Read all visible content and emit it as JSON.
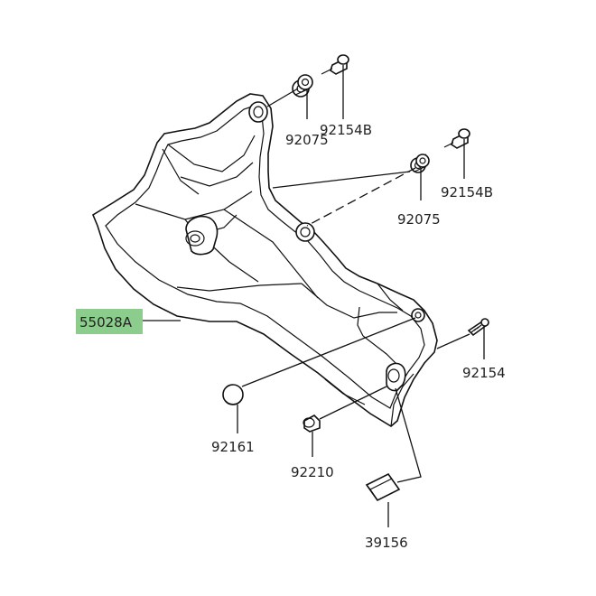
{
  "diagram": {
    "highlight_color": "#8ccc8c",
    "parts": [
      {
        "id": "p55028a",
        "number": "55028A",
        "highlighted": true
      },
      {
        "id": "p92154b_top",
        "number": "92154B"
      },
      {
        "id": "p92075_top",
        "number": "92075"
      },
      {
        "id": "p92154b_mid",
        "number": "92154B"
      },
      {
        "id": "p92075_mid",
        "number": "92075"
      },
      {
        "id": "p92154",
        "number": "92154"
      },
      {
        "id": "p92161",
        "number": "92161"
      },
      {
        "id": "p92210",
        "number": "92210"
      },
      {
        "id": "p39156",
        "number": "39156"
      }
    ]
  }
}
